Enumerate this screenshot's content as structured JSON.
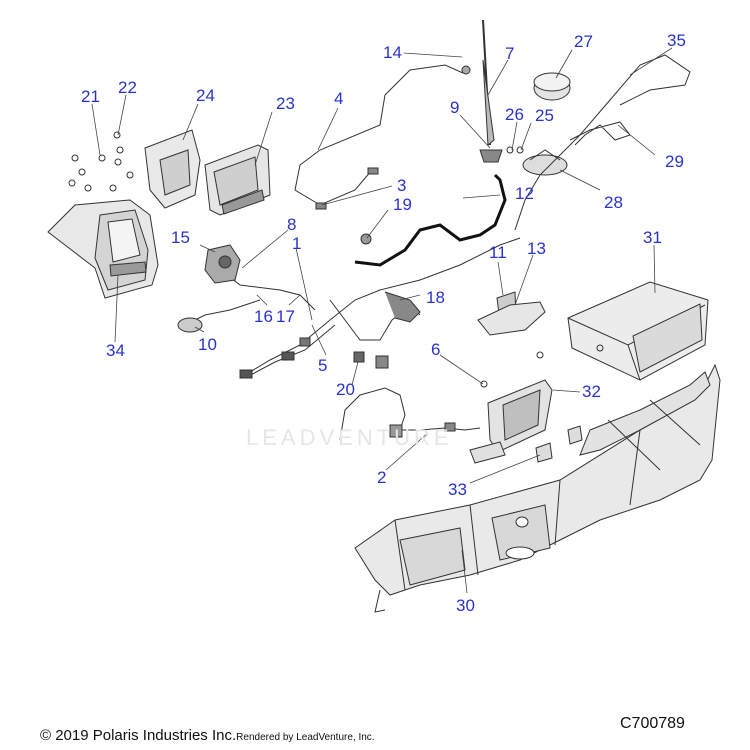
{
  "callouts": [
    {
      "id": "c1",
      "label": "1"
    },
    {
      "id": "c2",
      "label": "2"
    },
    {
      "id": "c3",
      "label": "3"
    },
    {
      "id": "c4",
      "label": "4"
    },
    {
      "id": "c5",
      "label": "5"
    },
    {
      "id": "c6",
      "label": "6"
    },
    {
      "id": "c7",
      "label": "7"
    },
    {
      "id": "c8",
      "label": "8"
    },
    {
      "id": "c9",
      "label": "9"
    },
    {
      "id": "c10",
      "label": "10"
    },
    {
      "id": "c11",
      "label": "11"
    },
    {
      "id": "c12",
      "label": "12"
    },
    {
      "id": "c13",
      "label": "13"
    },
    {
      "id": "c14",
      "label": "14"
    },
    {
      "id": "c15",
      "label": "15"
    },
    {
      "id": "c16",
      "label": "16"
    },
    {
      "id": "c17",
      "label": "17"
    },
    {
      "id": "c18",
      "label": "18"
    },
    {
      "id": "c19",
      "label": "19"
    },
    {
      "id": "c20",
      "label": "20"
    },
    {
      "id": "c21",
      "label": "21"
    },
    {
      "id": "c22",
      "label": "22"
    },
    {
      "id": "c23",
      "label": "23"
    },
    {
      "id": "c24",
      "label": "24"
    },
    {
      "id": "c25",
      "label": "25"
    },
    {
      "id": "c26",
      "label": "26"
    },
    {
      "id": "c27",
      "label": "27"
    },
    {
      "id": "c28",
      "label": "28"
    },
    {
      "id": "c29",
      "label": "29"
    },
    {
      "id": "c30",
      "label": "30"
    },
    {
      "id": "c31",
      "label": "31"
    },
    {
      "id": "c32",
      "label": "32"
    },
    {
      "id": "c33",
      "label": "33"
    },
    {
      "id": "c34",
      "label": "34"
    },
    {
      "id": "c35",
      "label": "35"
    }
  ],
  "footer": {
    "copyright": "© 2019 Polaris Industries Inc.",
    "rendered_by": "Rendered by LeadVenture, Inc.",
    "diagram_code": "C700789"
  },
  "watermark": "LEADVENTURE",
  "colors": {
    "callout": "#2a33c9",
    "line": "#333333",
    "part_fill": "#e9e9e9",
    "part_dark": "#9a9a9a"
  }
}
